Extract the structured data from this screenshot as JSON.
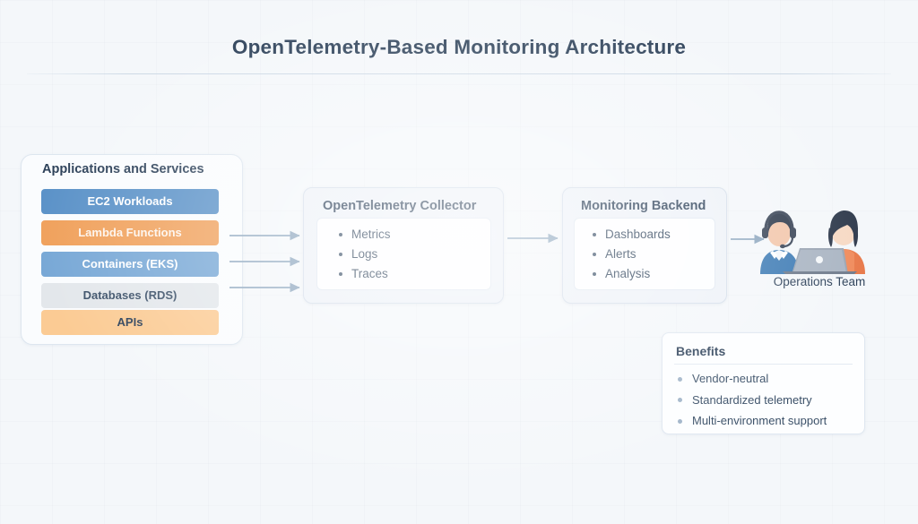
{
  "page": {
    "title": "OpenTelemetry-Based Monitoring Architecture",
    "background_color": "#f4f7fa",
    "accent_color": "#5b92c8",
    "text_color": "#2d4159"
  },
  "applications_panel": {
    "title": "Applications and Services",
    "items": [
      {
        "label": "EC2 Workloads",
        "bg": "#5b92c8",
        "color": "#ffffff"
      },
      {
        "label": "Lambda Functions",
        "bg": "#f0a15c",
        "color": "#fdf4ec"
      },
      {
        "label": "Containers (EKS)",
        "bg": "#78a8d6",
        "color": "#ffffff"
      },
      {
        "label": "Databases (RDS)",
        "bg": "#e3e7eb",
        "color": "#3b5068"
      },
      {
        "label": "APIs",
        "bg": "#fbcb94",
        "color": "#2d4159"
      }
    ]
  },
  "collector": {
    "title": "OpenTelemetry Collector",
    "items": [
      "Metrics",
      "Logs",
      "Traces"
    ]
  },
  "backend": {
    "title": "Monitoring Backend",
    "items": [
      "Dashboards",
      "Alerts",
      "Analysis"
    ]
  },
  "operations": {
    "label": "Operations Team"
  },
  "benefits": {
    "title": "Benefits",
    "items": [
      "Vendor-neutral",
      "Standardized telemetry",
      "Multi-environment support"
    ]
  },
  "arrows": {
    "color": "#8ea7bf",
    "count": 5
  }
}
